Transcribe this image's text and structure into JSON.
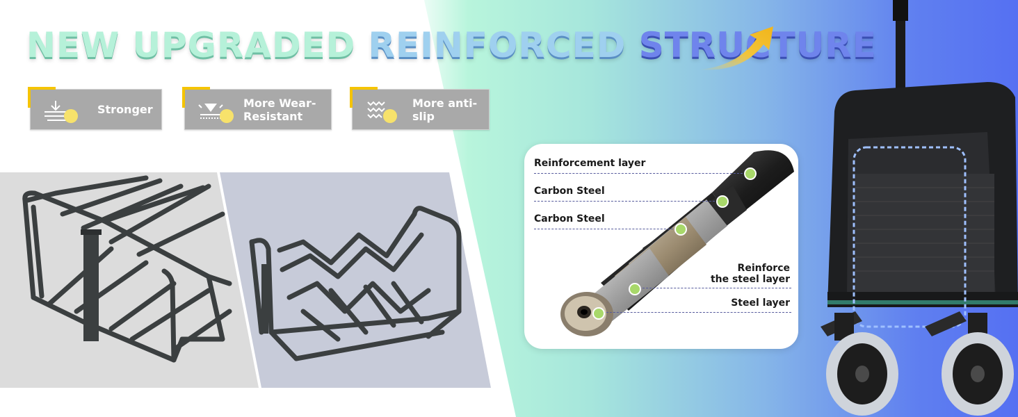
{
  "headline": {
    "part1": "NEW UPGRADED",
    "part2": "REINFORCED",
    "part3": "STRUCTURE"
  },
  "features": [
    {
      "label": "Stronger"
    },
    {
      "label": "More Wear-\nResistant"
    },
    {
      "label": "More anti-\nslip"
    }
  ],
  "layers": {
    "l1": "Reinforcement layer",
    "l2": "Carbon Steel",
    "l3": "Carbon Steel",
    "l4": "Reinforce\nthe steel layer",
    "l5": "Steel layer"
  },
  "colors": {
    "accent_yellow": "#f5c400",
    "badge_grey": "#a9a9a9",
    "callout_dot": "#a8d86a"
  }
}
